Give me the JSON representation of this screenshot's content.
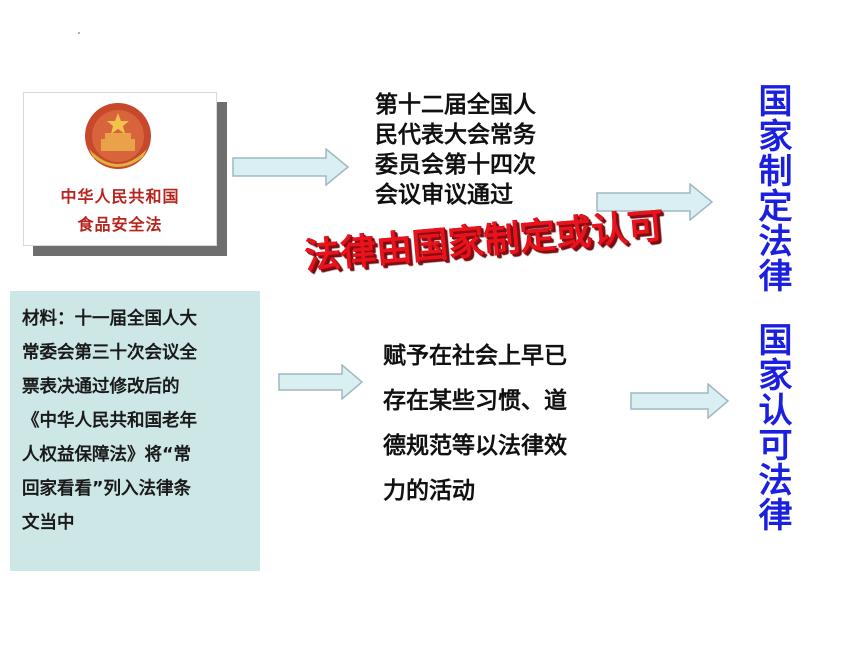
{
  "seal": {
    "line1": "中华人民共和国",
    "line2": "食品安全法"
  },
  "text_top": {
    "lines": [
      "第十二届全国人",
      "民代表大会常务",
      "委员会第十四次",
      "会议审议通过"
    ]
  },
  "text_bottom": {
    "lines": [
      "赋予在社会上早已",
      "存在某些习惯、道",
      "德规范等以法律效",
      "力的活动"
    ]
  },
  "material": {
    "lines": [
      "材料：十一届全国人大",
      "常委会第三十次会议全",
      "票表决通过修改后的",
      "《中华人民共和国老年",
      "人权益保障法》将“常",
      "回家看看”列入法律条",
      "文当中"
    ]
  },
  "banner": "法律由国家制定或认可",
  "labels": {
    "enact": "国家制定法律",
    "recognize": "国家认可法律"
  },
  "colors": {
    "banner_red": "#e8131c",
    "label_blue": "#1a1fe0",
    "material_bg": "#cde6e6",
    "arrow_fill": "#d9eff2",
    "arrow_stroke": "#9fb8c2"
  }
}
